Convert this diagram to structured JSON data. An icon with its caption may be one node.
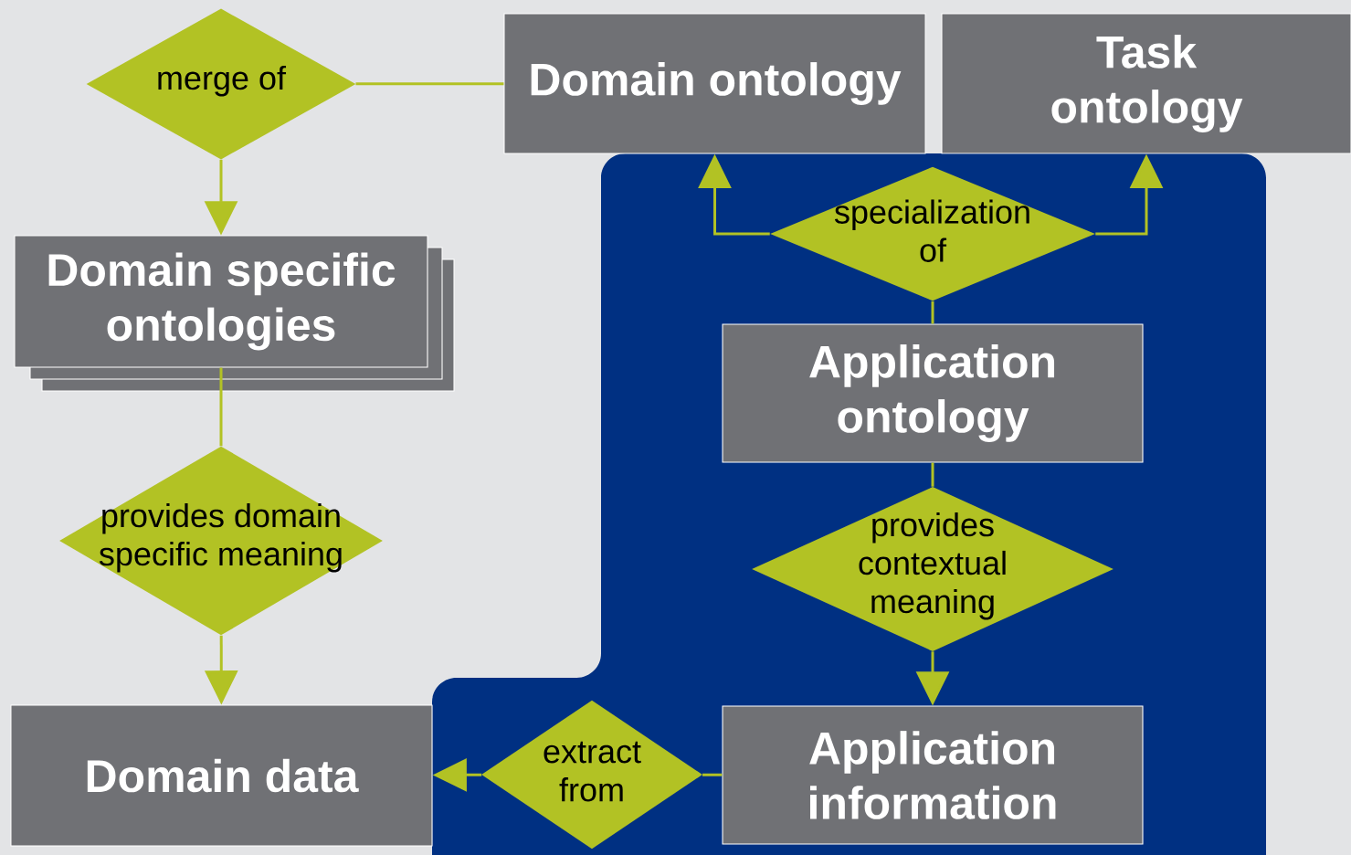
{
  "diagram": {
    "nodes": [
      {
        "text": [
          "merge of"
        ]
      },
      {
        "text": [
          "Domain ontology"
        ]
      },
      {
        "text": [
          "Task ontology"
        ]
      },
      {
        "text": [
          "Domain specific ontologies"
        ]
      },
      {
        "text": [
          "provides domain specific meaning"
        ]
      },
      {
        "text": [
          "Domain data"
        ]
      },
      {
        "text": [
          "specialization of"
        ]
      },
      {
        "text": [
          "Application ontology"
        ]
      },
      {
        "text": [
          "provides contextual meaning"
        ]
      },
      {
        "text": [
          "Application information"
        ]
      },
      {
        "text": [
          "extract from"
        ]
      }
    ],
    "edges": [
      {
        "from": 0,
        "to": 1,
        "arrow": "none"
      },
      {
        "from": 0,
        "to": 3,
        "arrow": "to"
      },
      {
        "from": 3,
        "to": 4,
        "arrow": "none"
      },
      {
        "from": 4,
        "to": 5,
        "arrow": "to"
      },
      {
        "from": 6,
        "to": 1,
        "arrow": "to"
      },
      {
        "from": 6,
        "to": 2,
        "arrow": "to"
      },
      {
        "from": 7,
        "to": 6,
        "arrow": "none"
      },
      {
        "from": 7,
        "to": 8,
        "arrow": "none"
      },
      {
        "from": 8,
        "to": 9,
        "arrow": "to"
      },
      {
        "from": 9,
        "to": 10,
        "arrow": "none"
      },
      {
        "from": 10,
        "to": 5,
        "arrow": "to"
      }
    ]
  }
}
